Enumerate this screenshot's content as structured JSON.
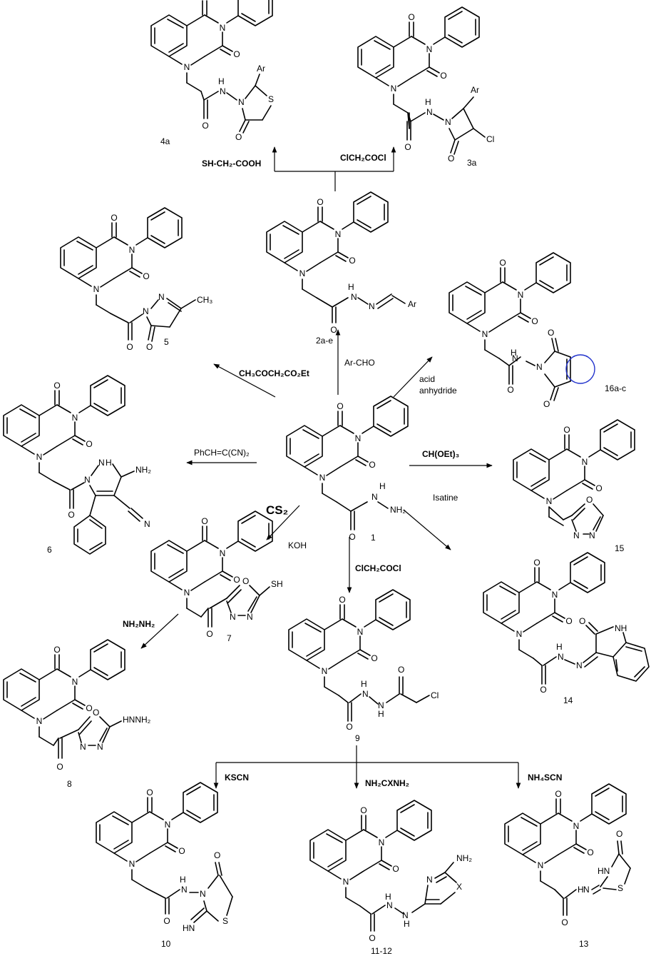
{
  "compounds": {
    "c1": {
      "label": "1"
    },
    "c2": {
      "label": "2a-e"
    },
    "c3": {
      "label": "3a"
    },
    "c4": {
      "label": "4a"
    },
    "c5": {
      "label": "5"
    },
    "c6": {
      "label": "6"
    },
    "c7": {
      "label": "7"
    },
    "c8": {
      "label": "8"
    },
    "c9": {
      "label": "9"
    },
    "c10": {
      "label": "10"
    },
    "c11": {
      "label": "11-12"
    },
    "c13": {
      "label": "13"
    },
    "c14": {
      "label": "14"
    },
    "c15": {
      "label": "15"
    },
    "c16": {
      "label": "16a-c"
    }
  },
  "reagents": {
    "r_thio": "SH-CH₂-COOH",
    "r_clac3": "ClCH₂COCl",
    "r_cho": "Ar-CHO",
    "r_acac": "CH₃COCH₂CO₂Et",
    "r_anh1": "acid",
    "r_anh2": "anhydride",
    "r_malo": "PhCH=C(CN)₂",
    "r_orth": "CH(OEt)₃",
    "r_cs2": "CS₂",
    "r_koh": "KOH",
    "r_isat": "Isatine",
    "r_clac9": "ClCH₂COCl",
    "r_hydr": "NH₂NH₂",
    "r_kscn": "KSCN",
    "r_urea": "NH₂CXNH₂",
    "r_nh4": "NH₄SCN"
  },
  "atoms": {
    "O": "O",
    "N": "N",
    "S": "S",
    "H": "H",
    "NH": "NH",
    "NH2": "NH₂",
    "HN": "HN",
    "Cl": "Cl",
    "Ar": "Ar",
    "CH3": "CH₃",
    "SH": "SH",
    "X": "X",
    "HNNH2": "HNNH₂"
  }
}
